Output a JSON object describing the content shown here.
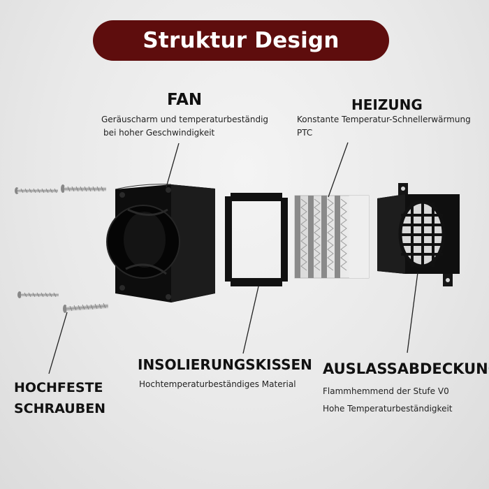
{
  "title": "Struktur Design",
  "labels": {
    "fan": {
      "title": "FAN",
      "desc": [
        "Geräuscharm und temperaturbeständig",
        "bei hoher Geschwindigkeit"
      ]
    },
    "heizung": {
      "title": "HEIZUNG",
      "desc": [
        "Konstante Temperatur-Schnellerwärmung",
        "PTC"
      ]
    },
    "schrauben": {
      "title": [
        "HOCHFESTE",
        "SCHRAUBEN"
      ]
    },
    "kissen": {
      "title": "INSOLIERUNGSKISSEN",
      "desc": [
        "Hochtemperaturbeständiges Material"
      ]
    },
    "abdeckung": {
      "title": "AUSLASSABDECKUNG",
      "desc": [
        "Flammhemmend der Stufe V0",
        "Hohe Temperaturbeständigkeit"
      ]
    }
  },
  "colors": {
    "banner": "#5e0d0d",
    "part": "#111111",
    "text": "#111111"
  }
}
